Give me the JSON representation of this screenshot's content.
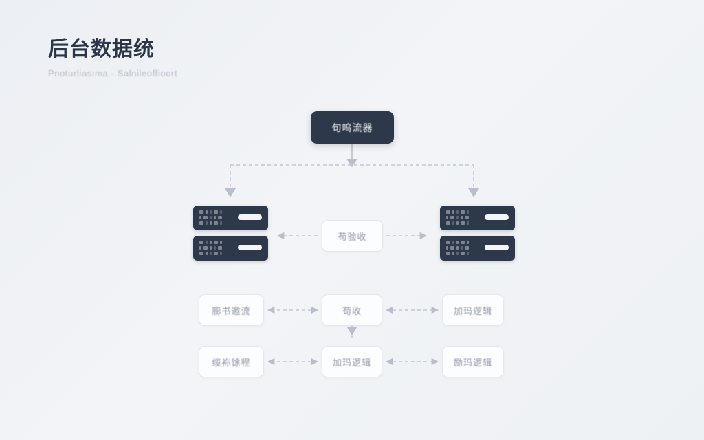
{
  "header": {
    "title": "后台数据统",
    "subtitle": "Pnoturliasıma - Salnileoffioort"
  },
  "colors": {
    "background_from": "#eceff3",
    "background_to": "#eef1f4",
    "node_dark": "#2e384b",
    "card_bg": "#fcfdfe",
    "card_border": "#e4e8ee",
    "card_text": "#8a93a2",
    "title_text": "#2b3648",
    "subtitle_text": "#b5bcc7",
    "edge": "#b7bfcb"
  },
  "diagram": {
    "type": "flow-diagram",
    "root": {
      "id": "root",
      "label": "句呜流器",
      "style": "dark"
    },
    "servers": [
      {
        "id": "server-left",
        "side": "left",
        "units": 2,
        "icon": "server-rack-icon"
      },
      {
        "id": "server-right",
        "side": "right",
        "units": 2,
        "icon": "server-rack-icon"
      }
    ],
    "hub": {
      "id": "hub",
      "label": "苟验收",
      "style": "card"
    },
    "cards": [
      {
        "id": "left-1",
        "label": "膨书邀流",
        "row": 1,
        "column": "left"
      },
      {
        "id": "middle-1",
        "label": "苟收",
        "row": 1,
        "column": "middle"
      },
      {
        "id": "right-1",
        "label": "加玛逻辑",
        "row": 1,
        "column": "right"
      },
      {
        "id": "left-2",
        "label": "缆袮馀程",
        "row": 2,
        "column": "left"
      },
      {
        "id": "middle-2",
        "label": "加玛逻辑",
        "row": 2,
        "column": "middle"
      },
      {
        "id": "right-2",
        "label": "励玛逻辑",
        "row": 2,
        "column": "right"
      }
    ],
    "edges": [
      {
        "from": "root",
        "to": "bus",
        "style": "solid-arrow",
        "direction": "down"
      },
      {
        "from": "bus",
        "to": "server-left",
        "style": "dashed-arrow",
        "direction": "down"
      },
      {
        "from": "bus",
        "to": "server-right",
        "style": "dashed-arrow",
        "direction": "down"
      },
      {
        "from": "hub",
        "to": "server-left",
        "style": "dashed-arrow",
        "direction": "left"
      },
      {
        "from": "hub",
        "to": "server-right",
        "style": "dashed-arrow",
        "direction": "right"
      },
      {
        "from": "middle-1",
        "to": "left-1",
        "style": "dashed-arrow",
        "direction": "both"
      },
      {
        "from": "middle-1",
        "to": "right-1",
        "style": "dashed-arrow",
        "direction": "both"
      },
      {
        "from": "middle-1",
        "to": "middle-2",
        "style": "dashed-arrow",
        "direction": "down"
      },
      {
        "from": "middle-2",
        "to": "left-2",
        "style": "dashed-arrow",
        "direction": "both"
      },
      {
        "from": "middle-2",
        "to": "right-2",
        "style": "dashed-arrow",
        "direction": "both"
      }
    ]
  }
}
